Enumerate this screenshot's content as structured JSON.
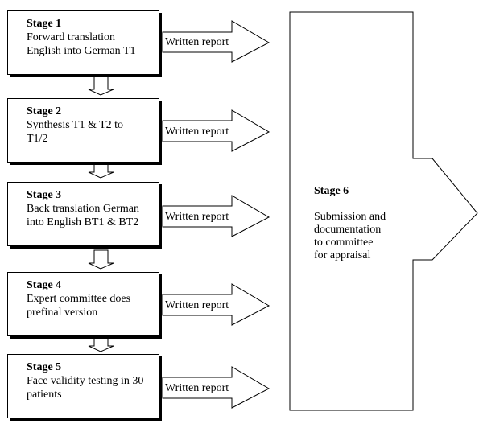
{
  "stages": [
    {
      "title": "Stage 1",
      "lines": [
        "Forward translation",
        "English into German T1"
      ],
      "report": "Written report"
    },
    {
      "title": "Stage 2",
      "lines": [
        "Synthesis T1 & T2 to",
        "T1/2"
      ],
      "report": "Written report"
    },
    {
      "title": "Stage 3",
      "lines": [
        "Back translation German",
        "into English BT1 & BT2"
      ],
      "report": "Written report"
    },
    {
      "title": "Stage 4",
      "lines": [
        "Expert committee does",
        "prefinal version"
      ],
      "report": "Written report"
    },
    {
      "title": "Stage 5",
      "lines": [
        "Face validity testing in 30",
        "patients"
      ],
      "report": "Written report"
    }
  ],
  "final_stage": {
    "title": "Stage 6",
    "lines": [
      "Submission and",
      "documentation",
      "to committee",
      "for appraisal"
    ]
  }
}
